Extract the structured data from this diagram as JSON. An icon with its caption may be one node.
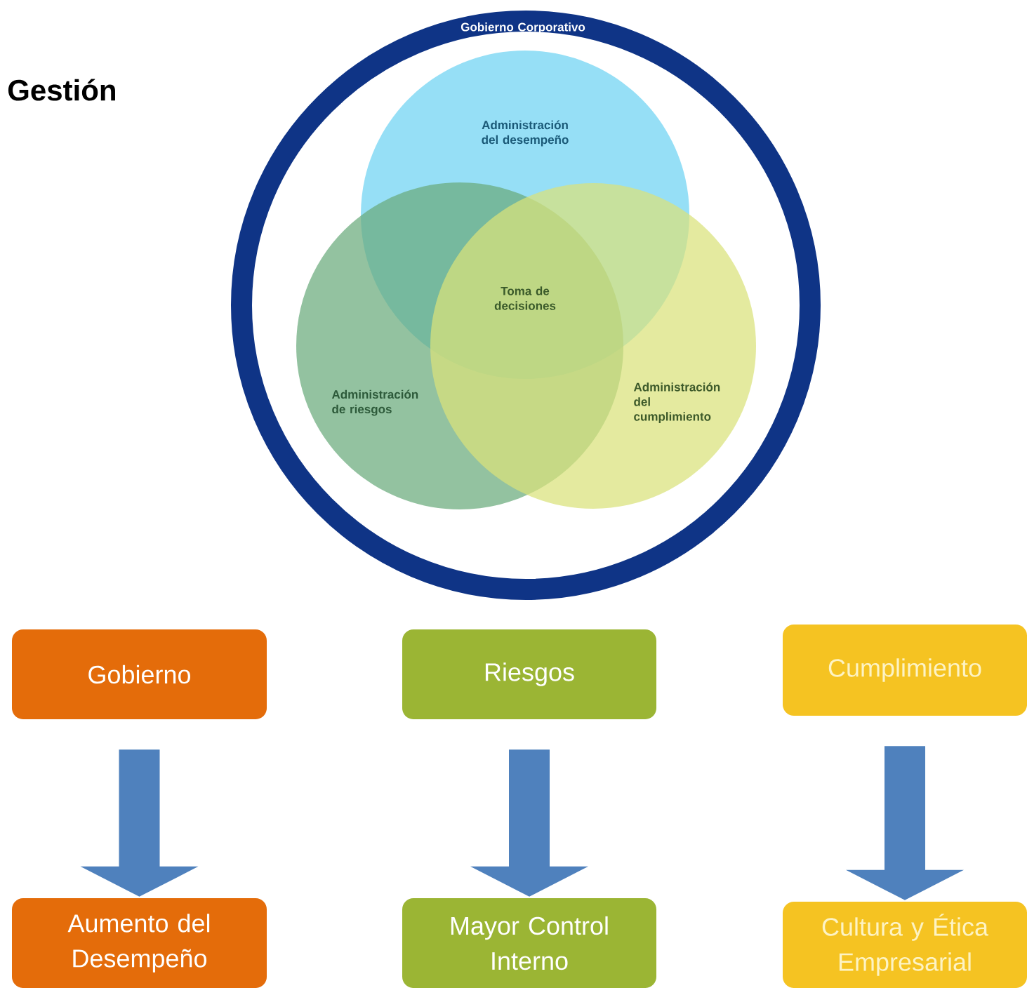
{
  "diagram": {
    "title": "Gestión",
    "nodes": [
      {
        "text": [
          "Gobierno Corporativo"
        ]
      },
      {
        "text": [
          "Administración del desempeño"
        ],
        "in": 0
      },
      {
        "text": [
          "Administración de riesgos"
        ],
        "in": 0
      },
      {
        "text": [
          "Administración del cumplimiento"
        ],
        "in": 0
      },
      {
        "text": [
          "Gobierno"
        ]
      },
      {
        "text": [
          "Riesgos"
        ]
      },
      {
        "text": [
          "Cumplimiento"
        ]
      },
      {
        "text": [
          "Aumento del Desempeño"
        ]
      },
      {
        "text": [
          "Mayor Control Interno"
        ]
      },
      {
        "text": [
          "Cultura y Ética Empresarial"
        ]
      }
    ],
    "edges": [
      {
        "from": 4,
        "to": 7,
        "arrow": "to"
      },
      {
        "from": 5,
        "to": 8,
        "arrow": "to"
      },
      {
        "from": 6,
        "to": 9,
        "arrow": "to"
      }
    ],
    "labels": [
      "Toma de decisiones"
    ]
  }
}
